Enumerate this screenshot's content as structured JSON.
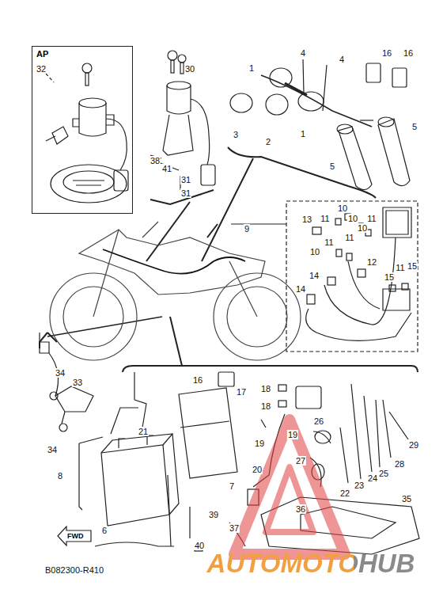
{
  "diagram": {
    "nodes": [
      {
        "text": [
          "AP"
        ]
      },
      {
        "text": [
          "FWD"
        ]
      }
    ],
    "labels": [
      "32",
      "30",
      "38",
      "41",
      "31",
      "31",
      "4",
      "4",
      "1",
      "16",
      "16",
      "3",
      "2",
      "1",
      "5",
      "5",
      "9",
      "13",
      "10",
      "11",
      "10",
      "11",
      "10",
      "11",
      "10",
      "11",
      "12",
      "14",
      "14",
      "15",
      "11",
      "15",
      "34",
      "33",
      "34",
      "8",
      "6",
      "21",
      "16",
      "17",
      "18",
      "18",
      "19",
      "19",
      "26",
      "27",
      "20",
      "7",
      "22",
      "23",
      "24",
      "25",
      "28",
      "29",
      "35",
      "36",
      "39",
      "37",
      "40",
      "B082300-R410",
      "AUTOMOTOHUB"
    ]
  }
}
